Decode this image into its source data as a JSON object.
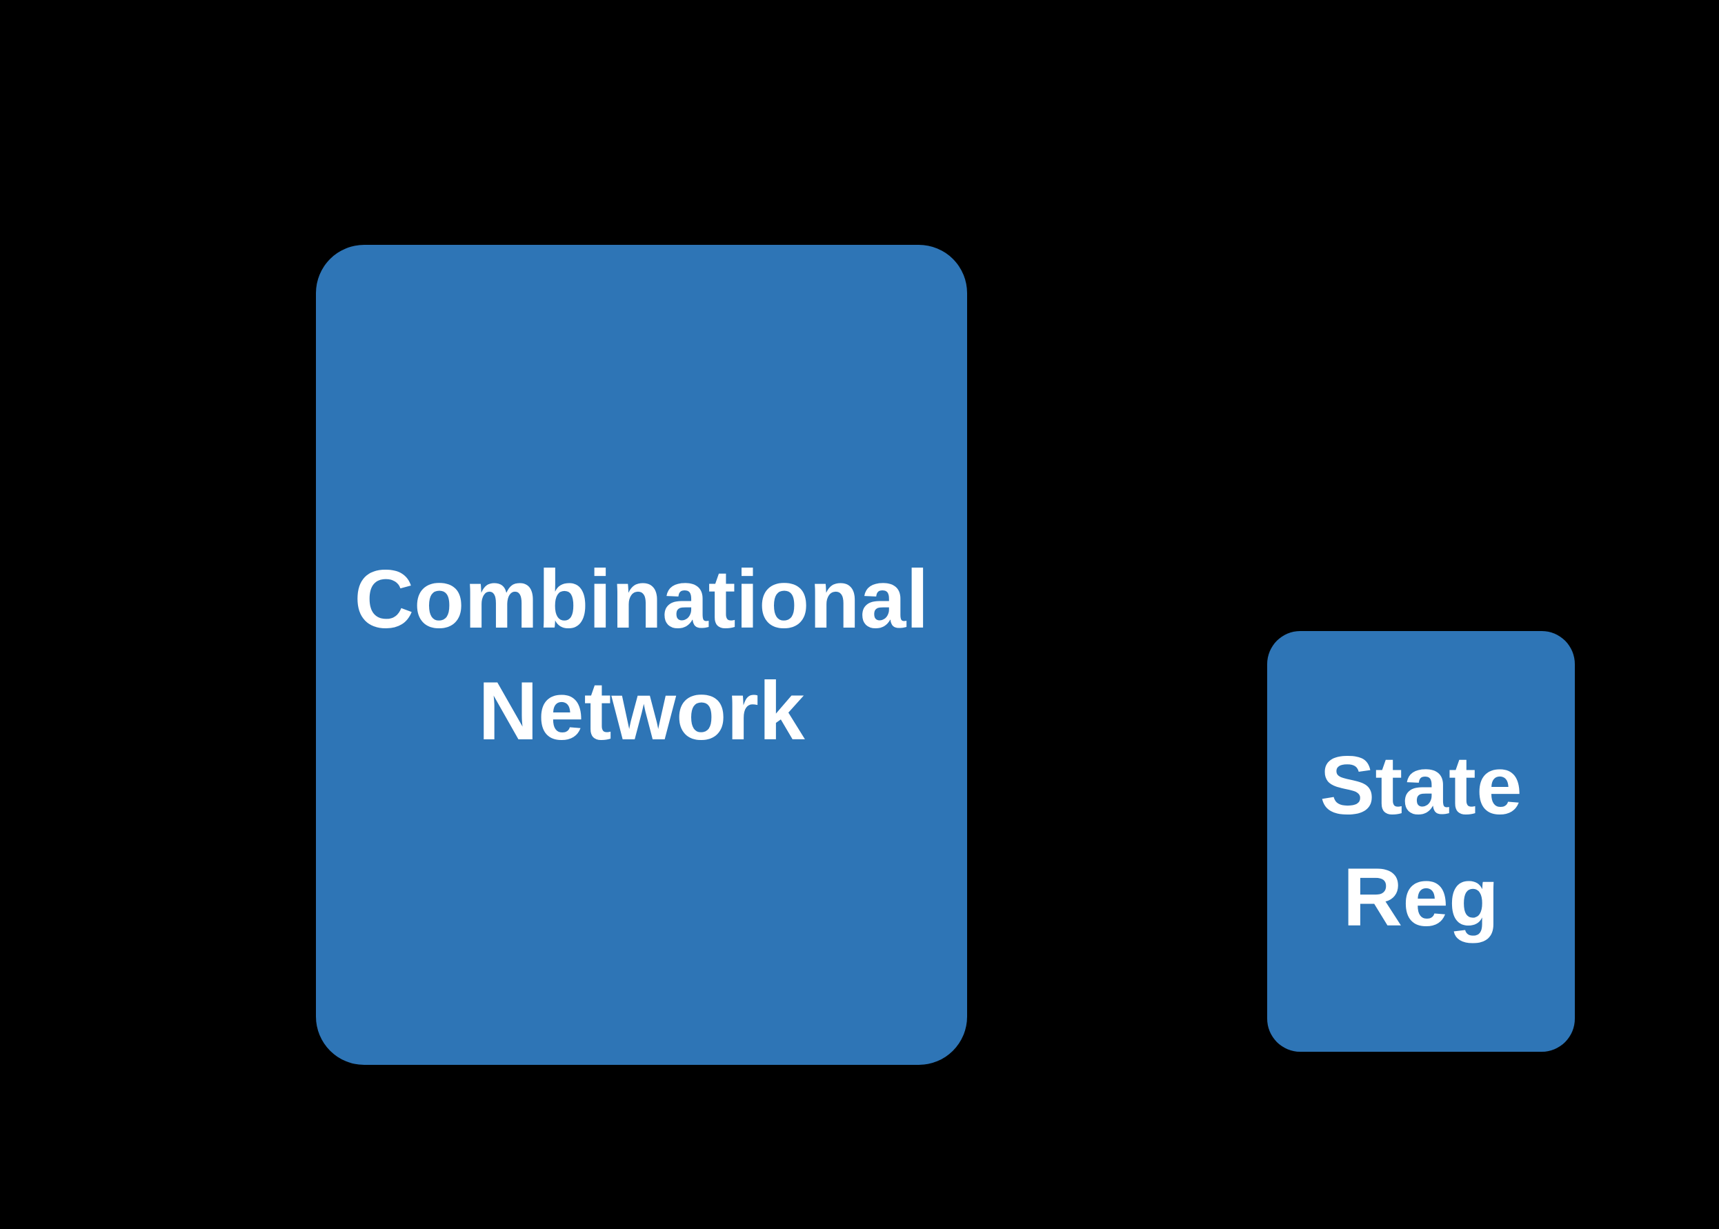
{
  "canvas": {
    "background_color": "#000000"
  },
  "diagram": {
    "accent_color": "#2E75B6",
    "label_color": "#ffffff",
    "nodes": [
      {
        "id": "combinational-network",
        "label_line1": "Combinational",
        "label_line2": "Network"
      },
      {
        "id": "state-reg",
        "label_line1": "State",
        "label_line2": "Reg"
      }
    ]
  }
}
